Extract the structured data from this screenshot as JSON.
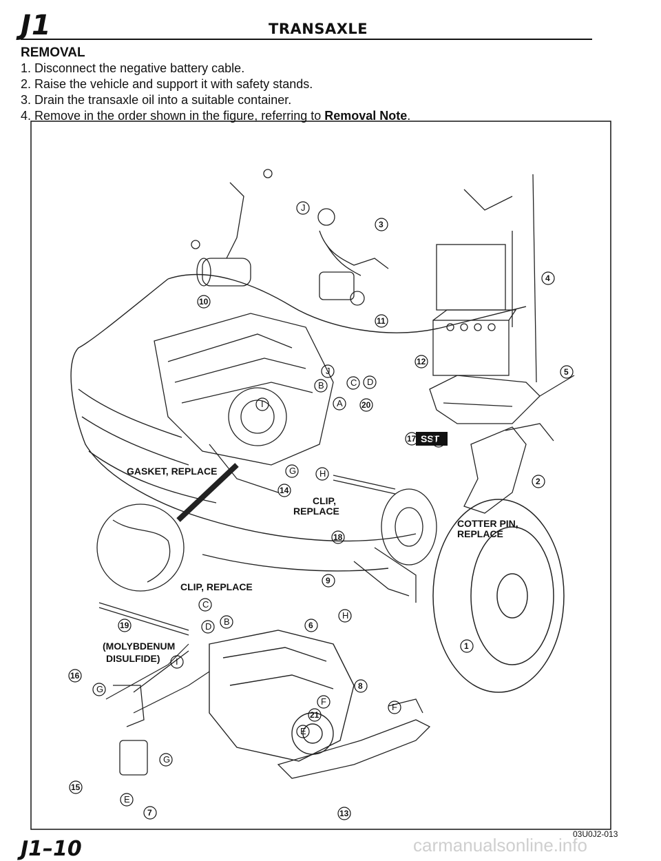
{
  "header": {
    "section_code": "J1",
    "section_title": "TRANSAXLE"
  },
  "heading": "REMOVAL",
  "steps": [
    "1. Disconnect the negative battery cable.",
    "2. Raise the vehicle and support it with safety stands.",
    "3. Drain the transaxle oil into a suitable container."
  ],
  "step4": {
    "prefix": "4. Remove in the order shown in the figure, referring to ",
    "emphasis": "Removal Note",
    "suffix": "."
  },
  "figure": {
    "labels": {
      "gasket": "GASKET, REPLACE",
      "clip_replace_1": "CLIP,",
      "clip_replace_2": "REPLACE",
      "cotter_pin_1": "COTTER PIN,",
      "cotter_pin_2": "REPLACE",
      "clip_replace_lower": "CLIP, REPLACE",
      "molybdenum_1": "(MOLYBDENUM",
      "molybdenum_2": "DISULFIDE)",
      "sst": "SST"
    },
    "numbers": [
      "1",
      "2",
      "3",
      "4",
      "5",
      "6",
      "7",
      "8",
      "9",
      "10",
      "11",
      "12",
      "13",
      "14",
      "15",
      "16",
      "17",
      "18",
      "19",
      "20",
      "21"
    ],
    "letters": [
      "A",
      "B",
      "C",
      "D",
      "E",
      "F",
      "G",
      "H",
      "I",
      "J"
    ]
  },
  "figure_code": "03U0J2-013",
  "page_number": "J1–10",
  "watermark": "carmanualsonline.info"
}
